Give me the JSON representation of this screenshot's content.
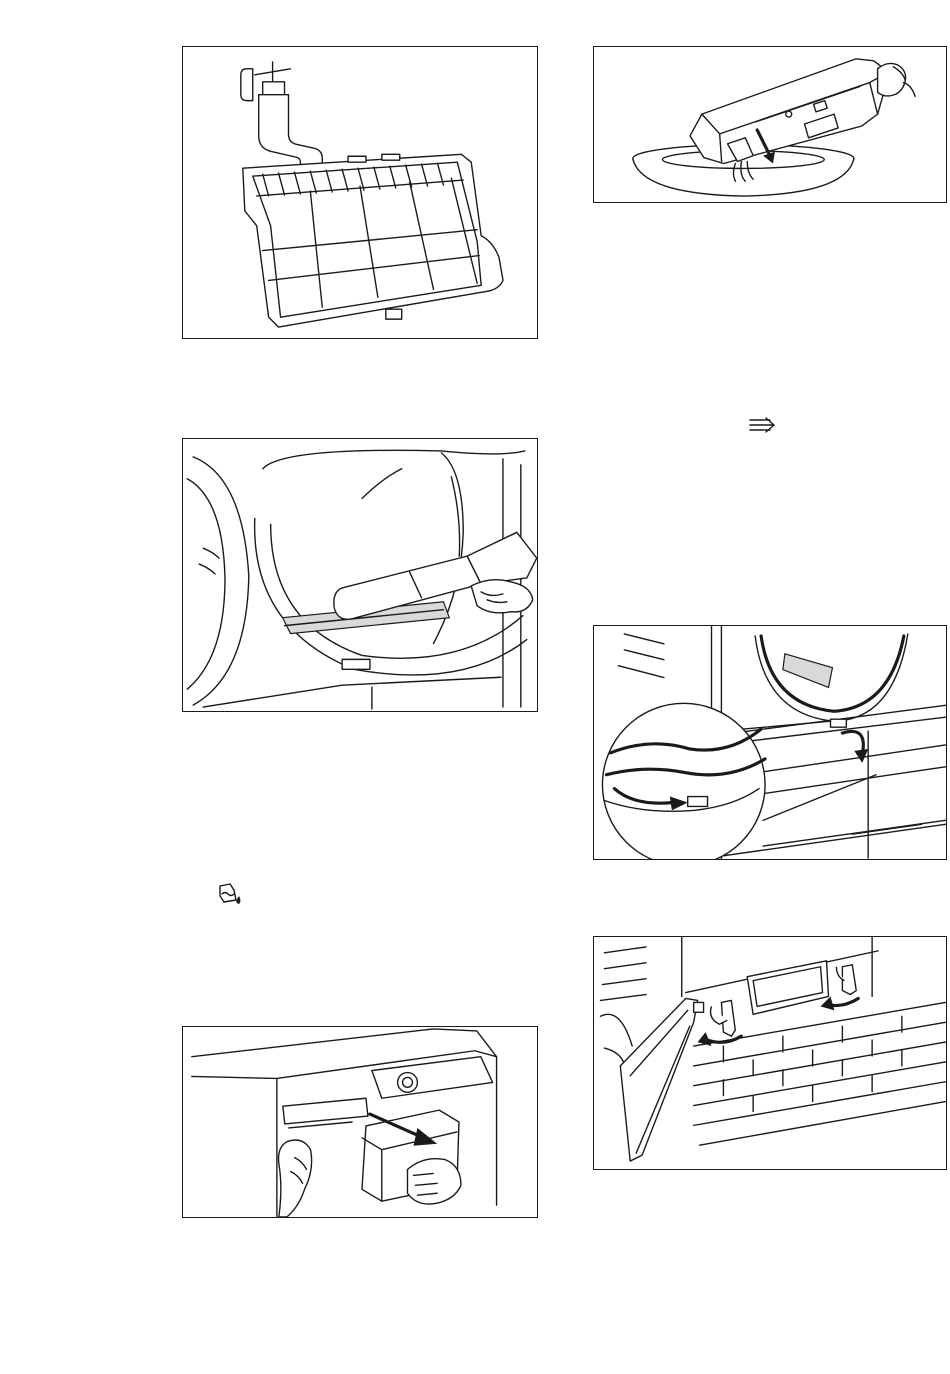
{
  "figures": [
    {
      "name": "tap-rinse-filter",
      "description_icon": "tap-water-filter"
    },
    {
      "name": "empty-water-container",
      "description_icon": "pour-water-bowl"
    },
    {
      "name": "vacuum-door-seal",
      "description_icon": "vacuum-nozzle"
    },
    {
      "name": "pull-out-water-container",
      "description_icon": "drawer-pull"
    },
    {
      "name": "open-base-cover",
      "description_icon": "base-cover-latch"
    },
    {
      "name": "unlock-condenser-levers",
      "description_icon": "lever-rotate"
    }
  ],
  "symbols": [
    {
      "name": "water-container-symbol",
      "icon": "water-container-drop"
    },
    {
      "name": "flow-arrow-symbol",
      "icon": "flow-arrow"
    }
  ]
}
